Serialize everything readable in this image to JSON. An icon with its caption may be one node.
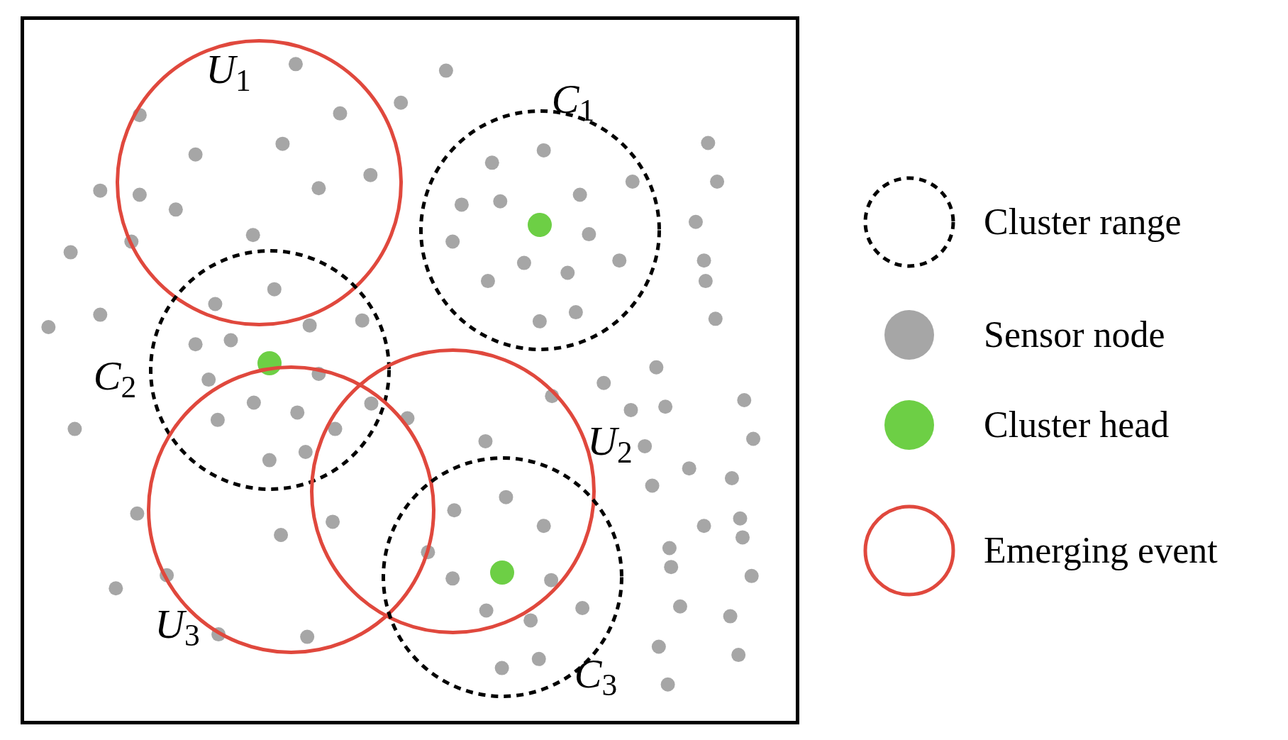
{
  "diagram": {
    "nodes": [
      {
        "text": [],
        "shape": "box"
      },
      {
        "text": [
          "*U*$_{1}$"
        ],
        "in": 0
      },
      {
        "text": [
          "*C*$_{1}$"
        ],
        "in": 0
      },
      {
        "text": [
          "*C*$_{2}$"
        ],
        "in": 0
      },
      {
        "text": [
          "*U*$_{2}$"
        ],
        "in": 0
      },
      {
        "text": [
          "*U*$_{3}$"
        ],
        "in": 0
      },
      {
        "text": [
          "*C*$_{3}$"
        ],
        "in": 0
      }
    ],
    "legend": [
      {
        "text": "Cluster range"
      },
      {
        "text": "Sensor node",
        "color": "#a6a6a6"
      },
      {
        "text": "Cluster head",
        "color": "#6dcf45"
      },
      {
        "text": "Emerging event"
      }
    ]
  }
}
